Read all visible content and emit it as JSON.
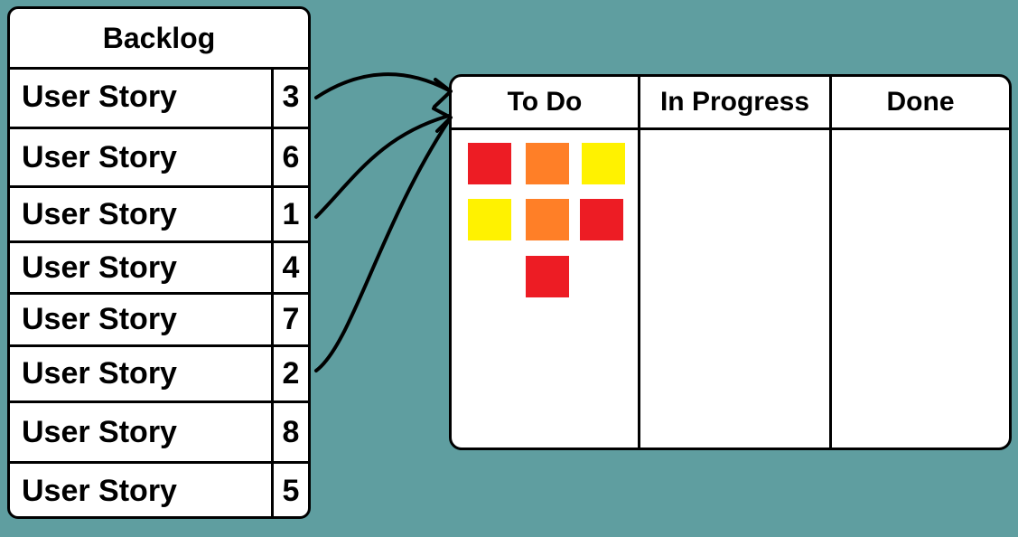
{
  "backlog": {
    "title": "Backlog",
    "stories": [
      {
        "label": "User Story",
        "priority": "3"
      },
      {
        "label": "User Story",
        "priority": "6"
      },
      {
        "label": "User Story",
        "priority": "1"
      },
      {
        "label": "User Story",
        "priority": "4"
      },
      {
        "label": "User Story",
        "priority": "7"
      },
      {
        "label": "User Story",
        "priority": "2"
      },
      {
        "label": "User Story",
        "priority": "8"
      },
      {
        "label": "User Story",
        "priority": "5"
      }
    ]
  },
  "board": {
    "columns": [
      "To Do",
      "In Progress",
      "Done"
    ],
    "todo_notes": [
      {
        "color": "#ed1c24"
      },
      {
        "color": "#ff7f27"
      },
      {
        "color": "#fff200"
      },
      {
        "color": "#fff200"
      },
      {
        "color": "#ff7f27"
      },
      {
        "color": "#ed1c24"
      },
      {
        "color": "#ed1c24"
      }
    ]
  },
  "arrows": {
    "from_priorities": [
      "3",
      "1",
      "2"
    ],
    "to_column": "To Do"
  }
}
